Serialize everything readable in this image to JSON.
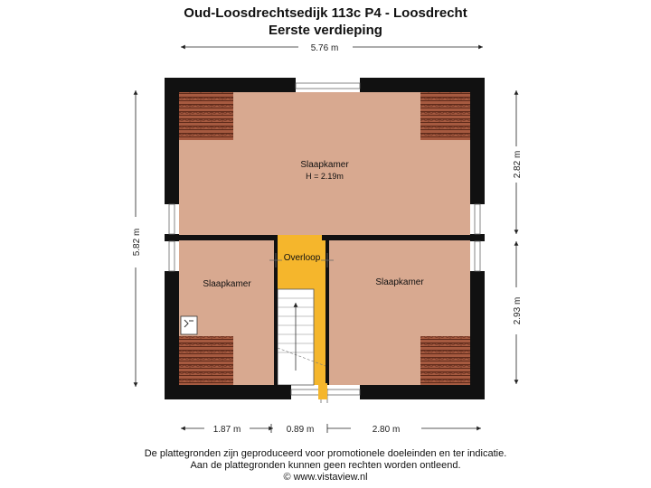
{
  "header": {
    "title": "Oud-Loosdrechtsedijk 113c P4 - Loosdrecht",
    "subtitle": "Eerste verdieping"
  },
  "rooms": {
    "top": {
      "name": "Slaapkamer",
      "height": "H = 2.19m"
    },
    "bottom_left": {
      "name": "Slaapkamer"
    },
    "landing": {
      "name": "Overloop"
    },
    "bottom_right": {
      "name": "Slaapkamer"
    }
  },
  "dimensions": {
    "total_width": "5.76 m",
    "total_height": "5.82 m",
    "right_upper": "2.82 m",
    "right_lower": "2.93 m",
    "bottom_left": "1.87 m",
    "bottom_middle": "0.89 m",
    "bottom_right": "2.80 m"
  },
  "footer": {
    "line1": "De plattegronden zijn geproduceerd voor promotionele doeleinden en ter indicatie.",
    "line2": "Aan de plattegronden kunnen geen rechten worden ontleend.",
    "line3": "© www.vistaview.nl"
  },
  "colors": {
    "floor": "#d8a990",
    "landing": "#f5b62c",
    "wall": "#111111",
    "roof_tile": "#a0523a"
  }
}
